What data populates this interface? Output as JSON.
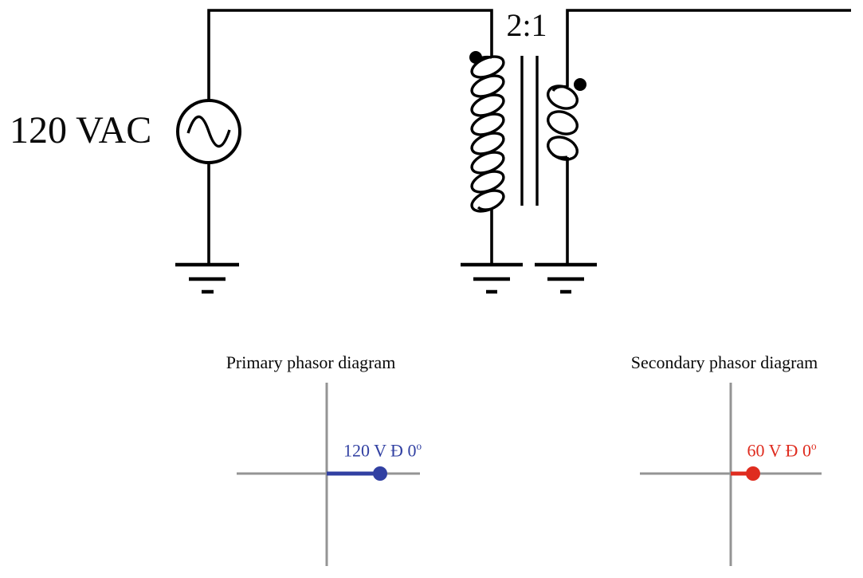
{
  "circuit": {
    "source_label": "120 VAC",
    "turns_ratio_label": "2:1",
    "source_type": "ac-sine-source",
    "grounds": 3
  },
  "primary_phasor": {
    "title": "Primary phasor diagram",
    "label": "120 V Ð 0",
    "label_sup": "o",
    "magnitude_volts": 120,
    "angle_deg": 0,
    "color": "#3140a2"
  },
  "secondary_phasor": {
    "title": "Secondary phasor diagram",
    "label": "60 V Ð 0",
    "label_sup": "o",
    "magnitude_volts": 60,
    "angle_deg": 0,
    "color": "#df2c1f"
  },
  "colors": {
    "wire": "#000000",
    "axis_gray": "#949494",
    "primary_phasor_blue": "#3140a2",
    "secondary_phasor_red": "#df2c1f",
    "background": "#ffffff"
  }
}
